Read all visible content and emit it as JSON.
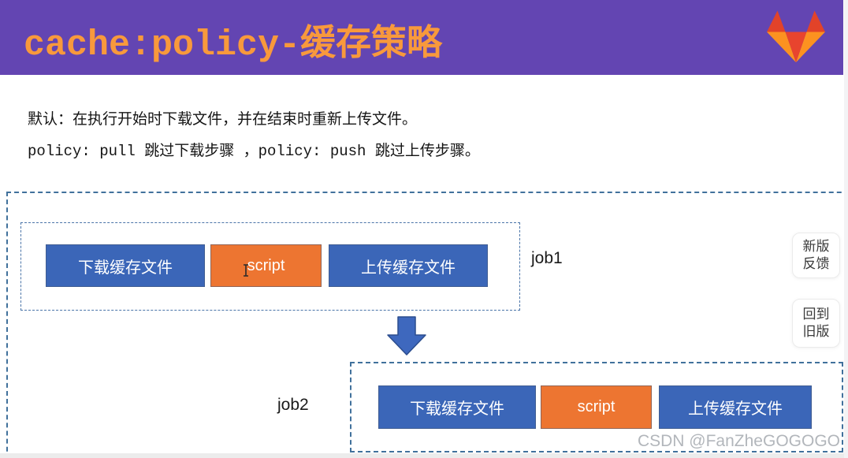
{
  "header": {
    "title": "cache:policy-缓存策略",
    "logo_icon": "gitlab-tanuki-icon"
  },
  "intro": {
    "line1": "默认：在执行开始时下载文件，并在结束时重新上传文件。",
    "line2": "policy: pull 跳过下载步骤 ，policy: push 跳过上传步骤。"
  },
  "diagram": {
    "jobs": [
      {
        "label": "job1",
        "steps": [
          {
            "label": "下载缓存文件",
            "color": "#3b66b8"
          },
          {
            "label": "script",
            "color": "#ed7531"
          },
          {
            "label": "上传缓存文件",
            "color": "#3b66b8"
          }
        ]
      },
      {
        "label": "job2",
        "steps": [
          {
            "label": "下载缓存文件",
            "color": "#3b66b8"
          },
          {
            "label": "script",
            "color": "#ed7531"
          },
          {
            "label": "上传缓存文件",
            "color": "#3b66b8"
          }
        ]
      }
    ],
    "arrow_icon": "down-arrow-icon"
  },
  "side_widgets": {
    "feedback": {
      "line1": "新版",
      "line2": "反馈"
    },
    "back_to_old": {
      "line1": "回到",
      "line2": "旧版"
    }
  },
  "watermark": "CSDN @FanZheGOGOGO",
  "colors": {
    "header_bg": "#6345b2",
    "header_title": "#f8993c",
    "step_blue": "#3b66b8",
    "step_orange": "#ed7531",
    "dashed_border": "#41719c",
    "arrow_blue": "#3e68be"
  }
}
